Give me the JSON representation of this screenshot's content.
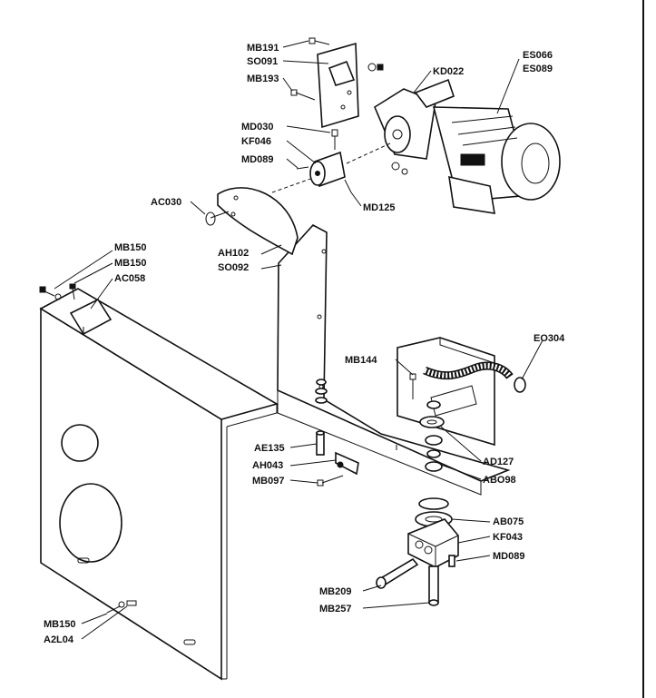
{
  "labels": {
    "MB191": "MB191",
    "SO091": "SO091",
    "MB193": "MB193",
    "KD022": "KD022",
    "ES066": "ES066",
    "ES089": "ES089",
    "MD030": "MD030",
    "KF046": "KF046",
    "MD089_top": "MD089",
    "AC030": "AC030",
    "MD125": "MD125",
    "AH102": "AH102",
    "SO092": "SO092",
    "MB150_a": "MB150",
    "MB150_b": "MB150",
    "AC058": "AC058",
    "EO304": "EO304",
    "MB144": "MB144",
    "AE135": "AE135",
    "AH043": "AH043",
    "MB097": "MB097",
    "AD127": "AD127",
    "ABO98": "ABO98",
    "AB075": "AB075",
    "KF043": "KF043",
    "MD089_bottom": "MD089",
    "MB209": "MB209",
    "MB257": "MB257",
    "MB150_c": "MB150",
    "A2L04": "A2L04"
  }
}
